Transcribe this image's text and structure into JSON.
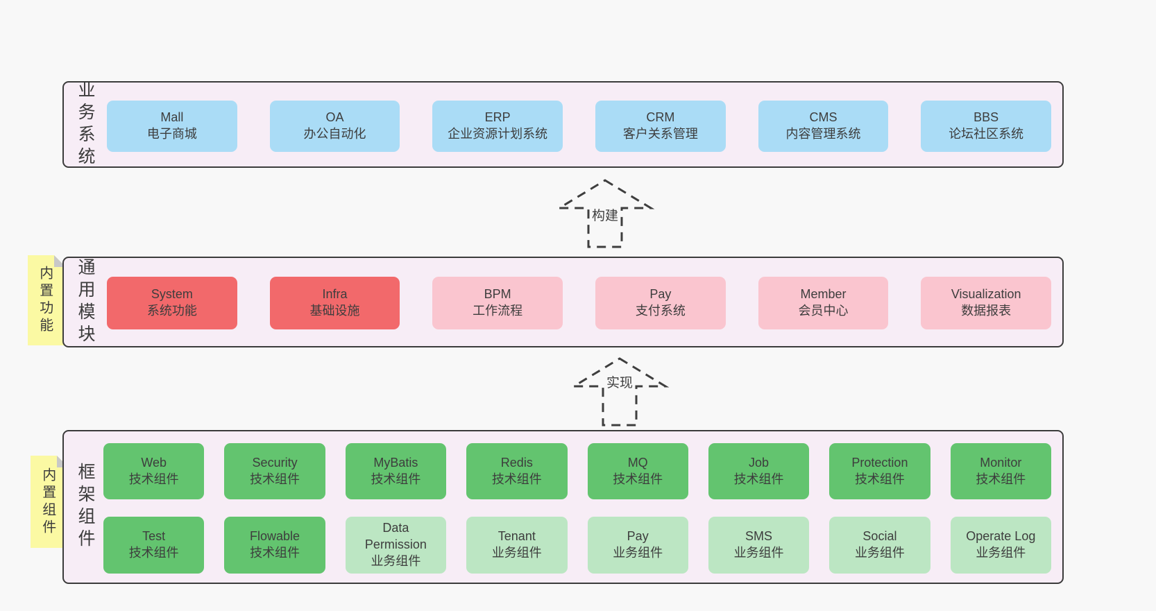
{
  "colors": {
    "page_bg": "#f8f8f8",
    "container_bg": "#f7edf6",
    "container_border": "#3b3b3b",
    "business_box_blue": "#aadcf6",
    "module_box_red": "#f2696b",
    "module_box_pink": "#fac5cf",
    "component_box_green": "#63c46f",
    "component_box_light_green": "#bce6c3",
    "sticky_tab_yellow": "#fbf9a3",
    "sticky_fold_gray": "#c8c8c8",
    "text": "#3d3d3d",
    "arrow_dash": "#3e3e3e"
  },
  "business": {
    "label": "业务系统",
    "items": [
      {
        "title": "Mall",
        "subtitle": "电子商城"
      },
      {
        "title": "OA",
        "subtitle": "办公自动化"
      },
      {
        "title": "ERP",
        "subtitle": "企业资源计划系统"
      },
      {
        "title": "CRM",
        "subtitle": "客户关系管理"
      },
      {
        "title": "CMS",
        "subtitle": "内容管理系统"
      },
      {
        "title": "BBS",
        "subtitle": "论坛社区系统"
      }
    ]
  },
  "arrows": {
    "build": "构建",
    "implement": "实现"
  },
  "modules": {
    "label": "通用模块",
    "tab": "内置功能",
    "items": [
      {
        "title": "System",
        "subtitle": "系统功能"
      },
      {
        "title": "Infra",
        "subtitle": "基础设施"
      },
      {
        "title": "BPM",
        "subtitle": "工作流程"
      },
      {
        "title": "Pay",
        "subtitle": "支付系统"
      },
      {
        "title": "Member",
        "subtitle": "会员中心"
      },
      {
        "title": "Visualization",
        "subtitle": "数据报表"
      }
    ]
  },
  "components": {
    "label": "框架组件",
    "tab": "内置组件",
    "row1": [
      {
        "title": "Web",
        "subtitle": "技术组件"
      },
      {
        "title": "Security",
        "subtitle": "技术组件"
      },
      {
        "title": "MyBatis",
        "subtitle": "技术组件"
      },
      {
        "title": "Redis",
        "subtitle": "技术组件"
      },
      {
        "title": "MQ",
        "subtitle": "技术组件"
      },
      {
        "title": "Job",
        "subtitle": "技术组件"
      },
      {
        "title": "Protection",
        "subtitle": "技术组件"
      },
      {
        "title": "Monitor",
        "subtitle": "技术组件"
      }
    ],
    "row2": [
      {
        "title": "Test",
        "subtitle": "技术组件"
      },
      {
        "title": "Flowable",
        "subtitle": "技术组件"
      },
      {
        "title": "Data Permission",
        "subtitle": "业务组件"
      },
      {
        "title": "Tenant",
        "subtitle": "业务组件"
      },
      {
        "title": "Pay",
        "subtitle": "业务组件"
      },
      {
        "title": "SMS",
        "subtitle": "业务组件"
      },
      {
        "title": "Social",
        "subtitle": "业务组件"
      },
      {
        "title": "Operate Log",
        "subtitle": "业务组件"
      }
    ]
  }
}
